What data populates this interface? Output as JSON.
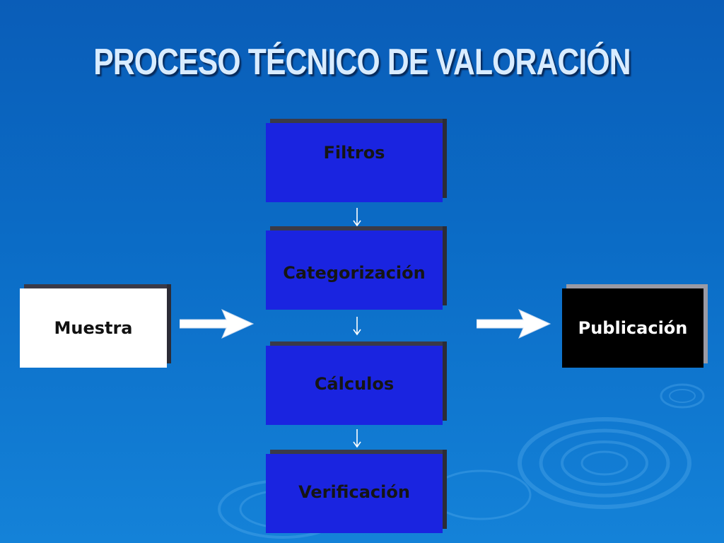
{
  "title": "PROCESO TÉCNICO DE VALORACIÓN",
  "boxes": {
    "muestra": "Muestra",
    "filtros": "Filtros",
    "categorizacion": "Categorización",
    "calculos": "Cálculos",
    "verificacion": "Verificación",
    "publicacion": "Publicación"
  },
  "colors": {
    "background": "#0b6cc6",
    "process_box": "#1a24e0",
    "input_box": "#ffffff",
    "output_box": "#000000",
    "title_text": "#d9ecff",
    "arrow": "#ffffff"
  }
}
